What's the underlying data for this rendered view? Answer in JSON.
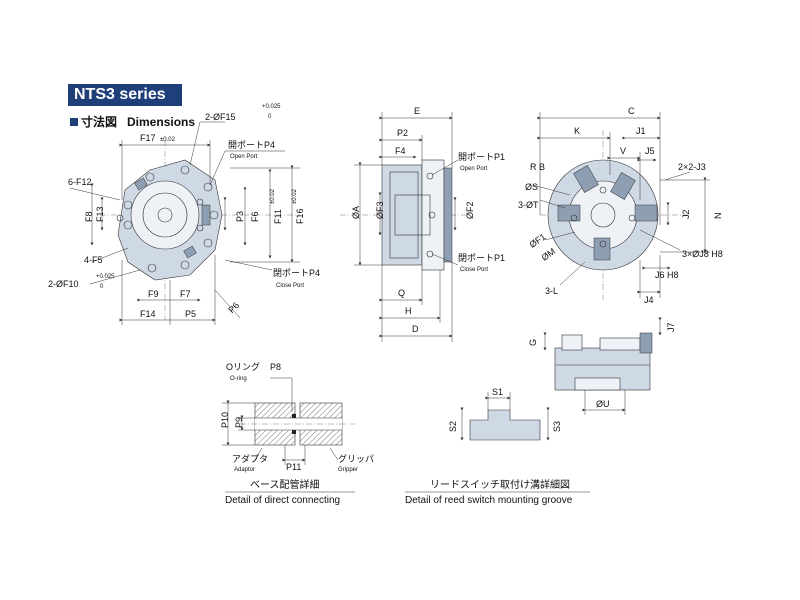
{
  "title": "NTS3 series",
  "heading": {
    "jp": "寸法図",
    "en": "Dimensions"
  },
  "front": {
    "top_lbl": "2-ØF15",
    "top_tol_hi": "+0.025",
    "top_tol_lo": "0",
    "f17": "F17",
    "f17_tol": "±0.02",
    "port_open_jp": "開ポートP4",
    "port_open_en": "Open Port",
    "port_close_jp": "閉ポートP4",
    "port_close_en": "Close Port",
    "f12": "6-F12",
    "f8": "F8",
    "f13": "F13",
    "f5": "4-F5",
    "f10": "2-ØF10",
    "f10_tol_hi": "+0.025",
    "f10_tol_lo": "0",
    "p3": "P3",
    "f6": "F6",
    "f11": "F11",
    "f11_tol": "±0.02",
    "f16": "F16",
    "f16_tol": "±0.02",
    "f9": "F9",
    "f7": "F7",
    "f14": "F14",
    "p5": "P5",
    "p6": "P6"
  },
  "side": {
    "e": "E",
    "p2": "P2",
    "f4": "F4",
    "port1_open_jp": "開ポートP1",
    "port1_open_en": "Open Port",
    "port1_close_jp": "閉ポートP1",
    "port1_close_en": "Close Port",
    "f3": "ØF3",
    "f2": "ØF2",
    "a": "ØA",
    "q": "Q",
    "h": "H",
    "d": "D"
  },
  "right": {
    "c": "C",
    "k": "K",
    "j1": "J1",
    "v": "V",
    "j5": "J5",
    "rb": "R B",
    "s": "ØS",
    "t": "3-ØT",
    "j3": "2×2-J3",
    "j2": "J2",
    "n": "N",
    "f1": "ØF1",
    "m": "ØM",
    "j8": "3×ØJ8 H8",
    "j6": "J6 H8",
    "l": "3-L",
    "j4": "J4"
  },
  "lower": {
    "g": "G",
    "j7": "J7",
    "u": "ØU"
  },
  "detail1": {
    "oring_jp": "Oリング",
    "oring_en": "O-ring",
    "p8": "P8",
    "p10": "P10",
    "p9": "P9",
    "adaptor_jp": "アダプタ",
    "adaptor_en": "Adaptor",
    "p11": "P11",
    "gripper_jp": "グリッパ",
    "gripper_en": "Gripper",
    "caption_jp": "ベース配管詳細",
    "caption_en": "Detail of direct connecting"
  },
  "detail2": {
    "s1": "S1",
    "s2": "S2",
    "s3": "S3",
    "caption_jp": "リードスイッチ取付け溝詳細図",
    "caption_en": "Detail of reed switch mounting groove"
  },
  "colors": {
    "badge": "#1f3f7a",
    "body": "#cfd9e6",
    "face": "#eef2f7"
  }
}
